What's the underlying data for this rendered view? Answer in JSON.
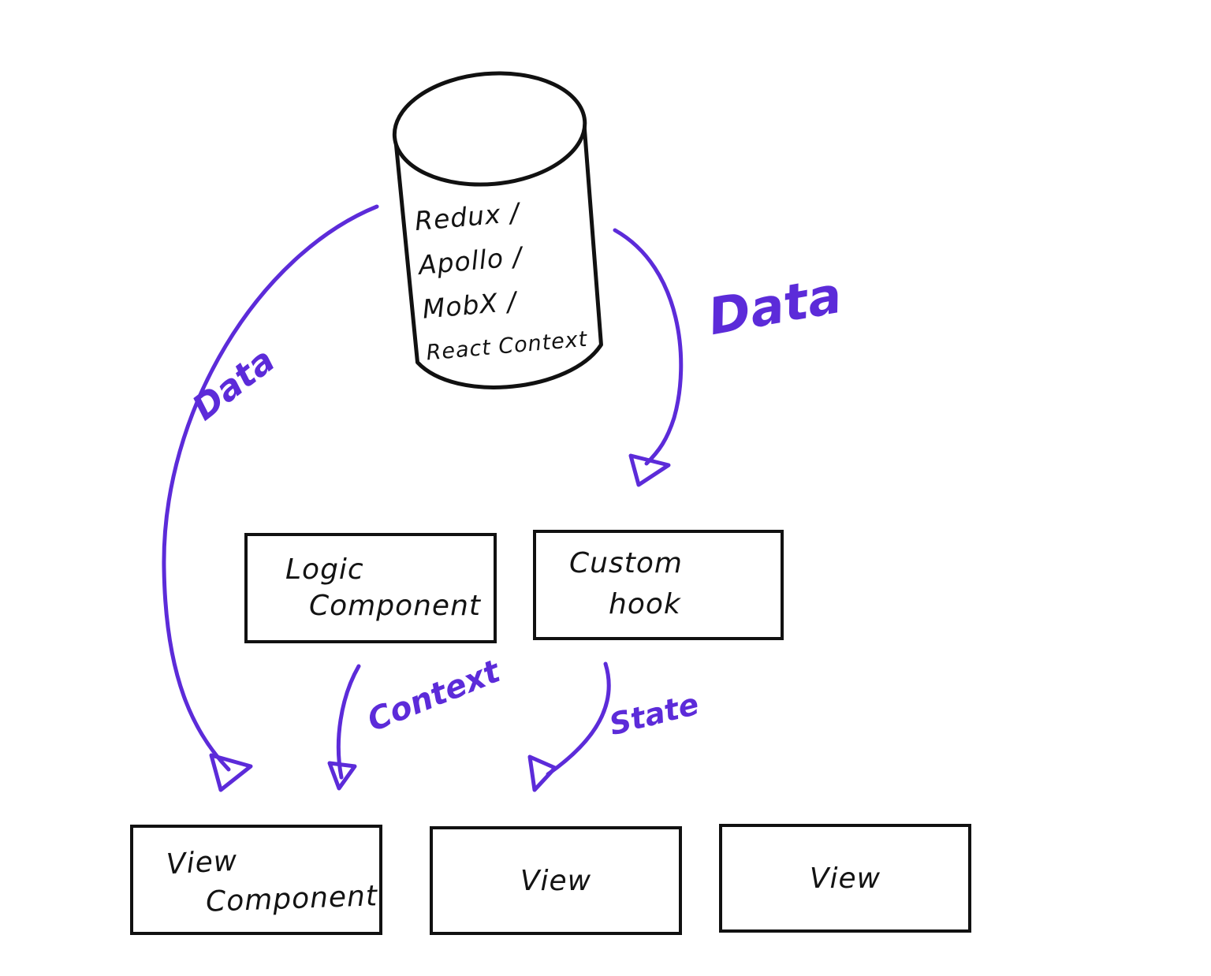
{
  "store": {
    "lines": [
      "Redux /",
      "Apollo /",
      "MobX /",
      "React Context"
    ]
  },
  "boxes": {
    "logic_component": {
      "line1": "Logic",
      "line2": "Component"
    },
    "custom_hook": {
      "line1": "Custom",
      "line2": "hook"
    },
    "view_component": {
      "line1": "View",
      "line2": "Component"
    },
    "view_center": {
      "label": "View"
    },
    "view_right": {
      "label": "View"
    }
  },
  "labels": {
    "data_left": "Data",
    "data_right": "Data",
    "context": "Context",
    "state": "State"
  },
  "colors": {
    "ink": "#111111",
    "accent": "#5c2bd9",
    "background": "#ffffff"
  }
}
